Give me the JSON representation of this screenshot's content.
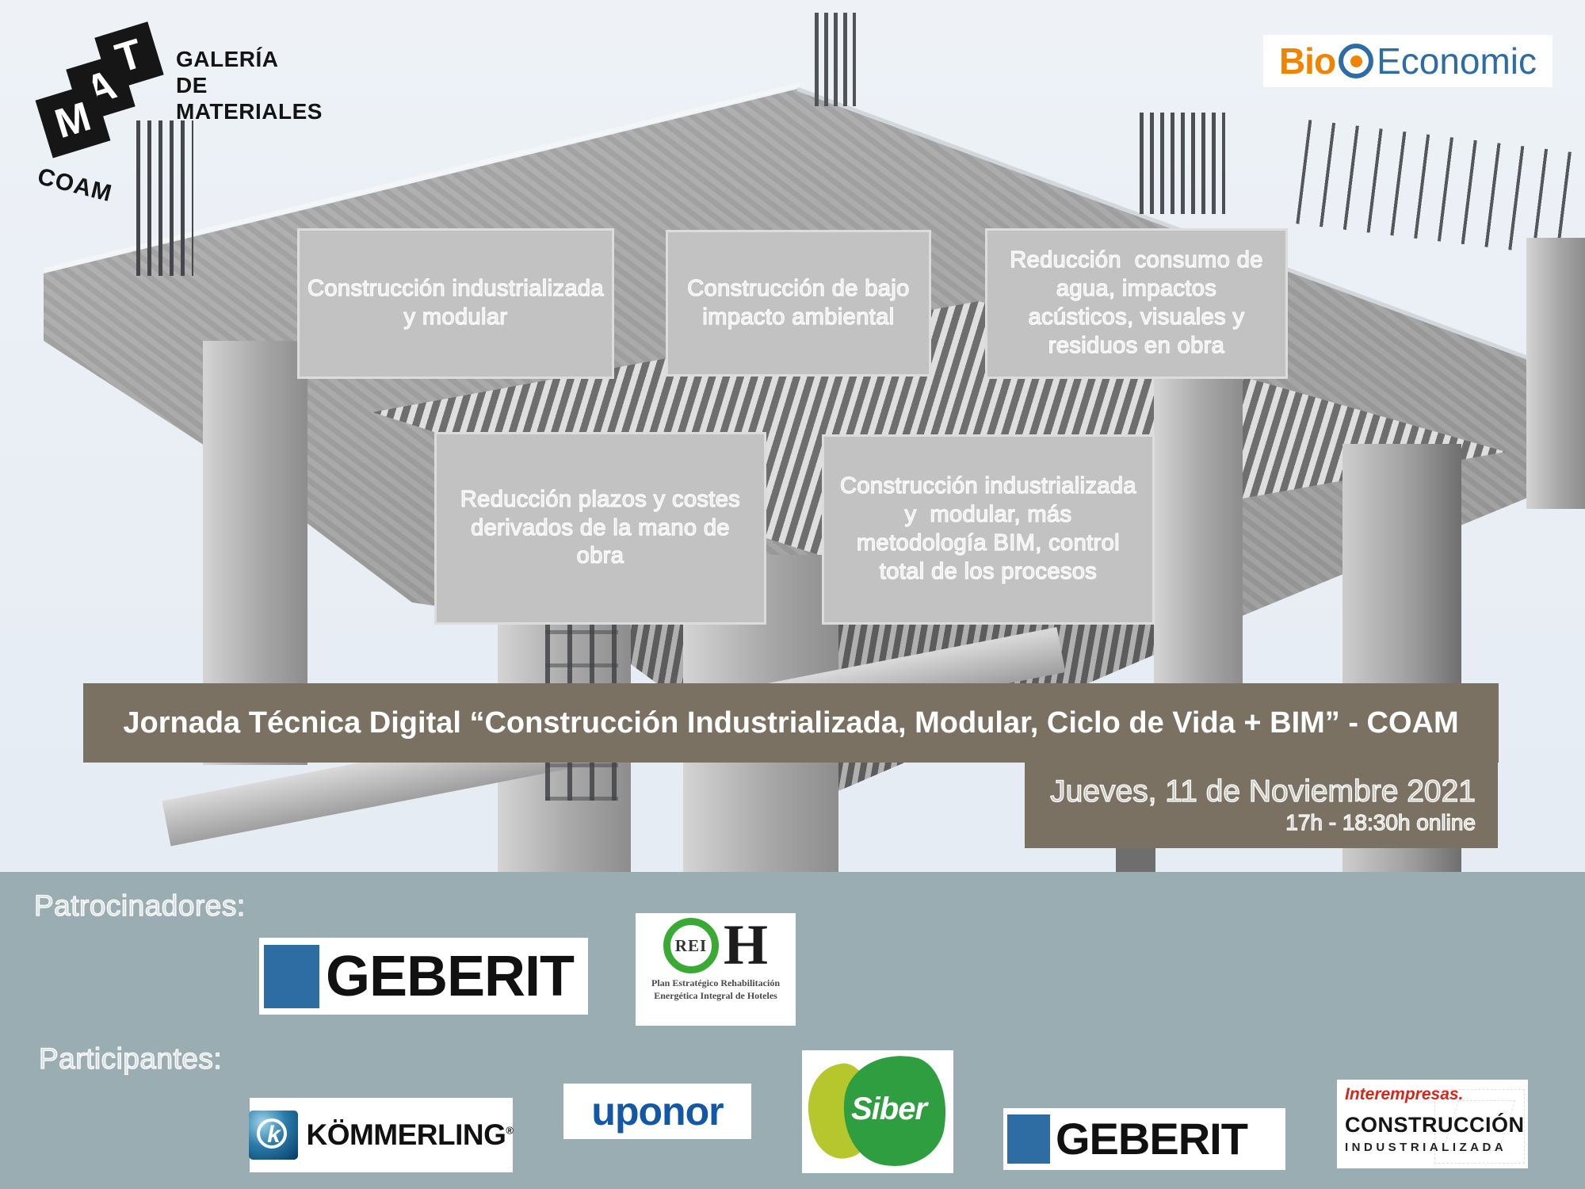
{
  "header": {
    "mat_logo": {
      "letters": [
        "T",
        "A",
        "M"
      ],
      "caption": "COAM"
    },
    "gallery_lines": [
      "GALERÍA",
      "DE",
      "MATERIALES"
    ],
    "bioeconomic": {
      "bio": "Bio",
      "economic": "Economic"
    }
  },
  "benefit_boxes": [
    "Construcción industrializada y modular",
    "Construcción de bajo impacto ambiental",
    "Reducción  consumo de agua, impactos acústicos, visuales y residuos en obra",
    "Reducción plazos y costes derivados de la mano de obra",
    "Construcción industrializada y  modular, más metodología BIM, control total de los procesos"
  ],
  "title_banner": "Jornada Técnica Digital “Construcción Industrializada, Modular, Ciclo de Vida +  BIM” - COAM",
  "schedule": {
    "date": "Jueves, 11 de Noviembre 2021",
    "time": "17h - 18:30h online"
  },
  "sponsors": {
    "label": "Patrocinadores:",
    "geberit": "GEBERIT",
    "reih": {
      "circle": "REI",
      "h": "H",
      "caption_line1": "Plan Estratégico Rehabilitación",
      "caption_line2": "Energética Integral de Hoteles"
    }
  },
  "participants": {
    "label": "Participantes:",
    "kommerling": "KÖMMERLING",
    "kommerling_reg": "®",
    "kommerling_icon_letter": "k",
    "uponor": "uponor",
    "siber": "Siber",
    "geberit": "GEBERIT",
    "interempresas": {
      "brand": "Interempresas.",
      "line1": "CONSTRUCCIÓN",
      "line2": "INDUSTRIALIZADA"
    }
  },
  "colors": {
    "banner_brown": "#7a7163",
    "bottom_band": "#9aadb3",
    "sky": "#e9eef4",
    "benefit_box_bg": "#c2c2c2",
    "geberit_blue": "#2e6da3",
    "uponor_blue": "#1258a5",
    "siber_green": "#2f9e41",
    "siber_yellow_green": "#b6c72d",
    "reih_green": "#3aaa35",
    "bio_orange": "#f08300",
    "economic_blue": "#2e6da4",
    "interempresas_red": "#d3281c"
  }
}
